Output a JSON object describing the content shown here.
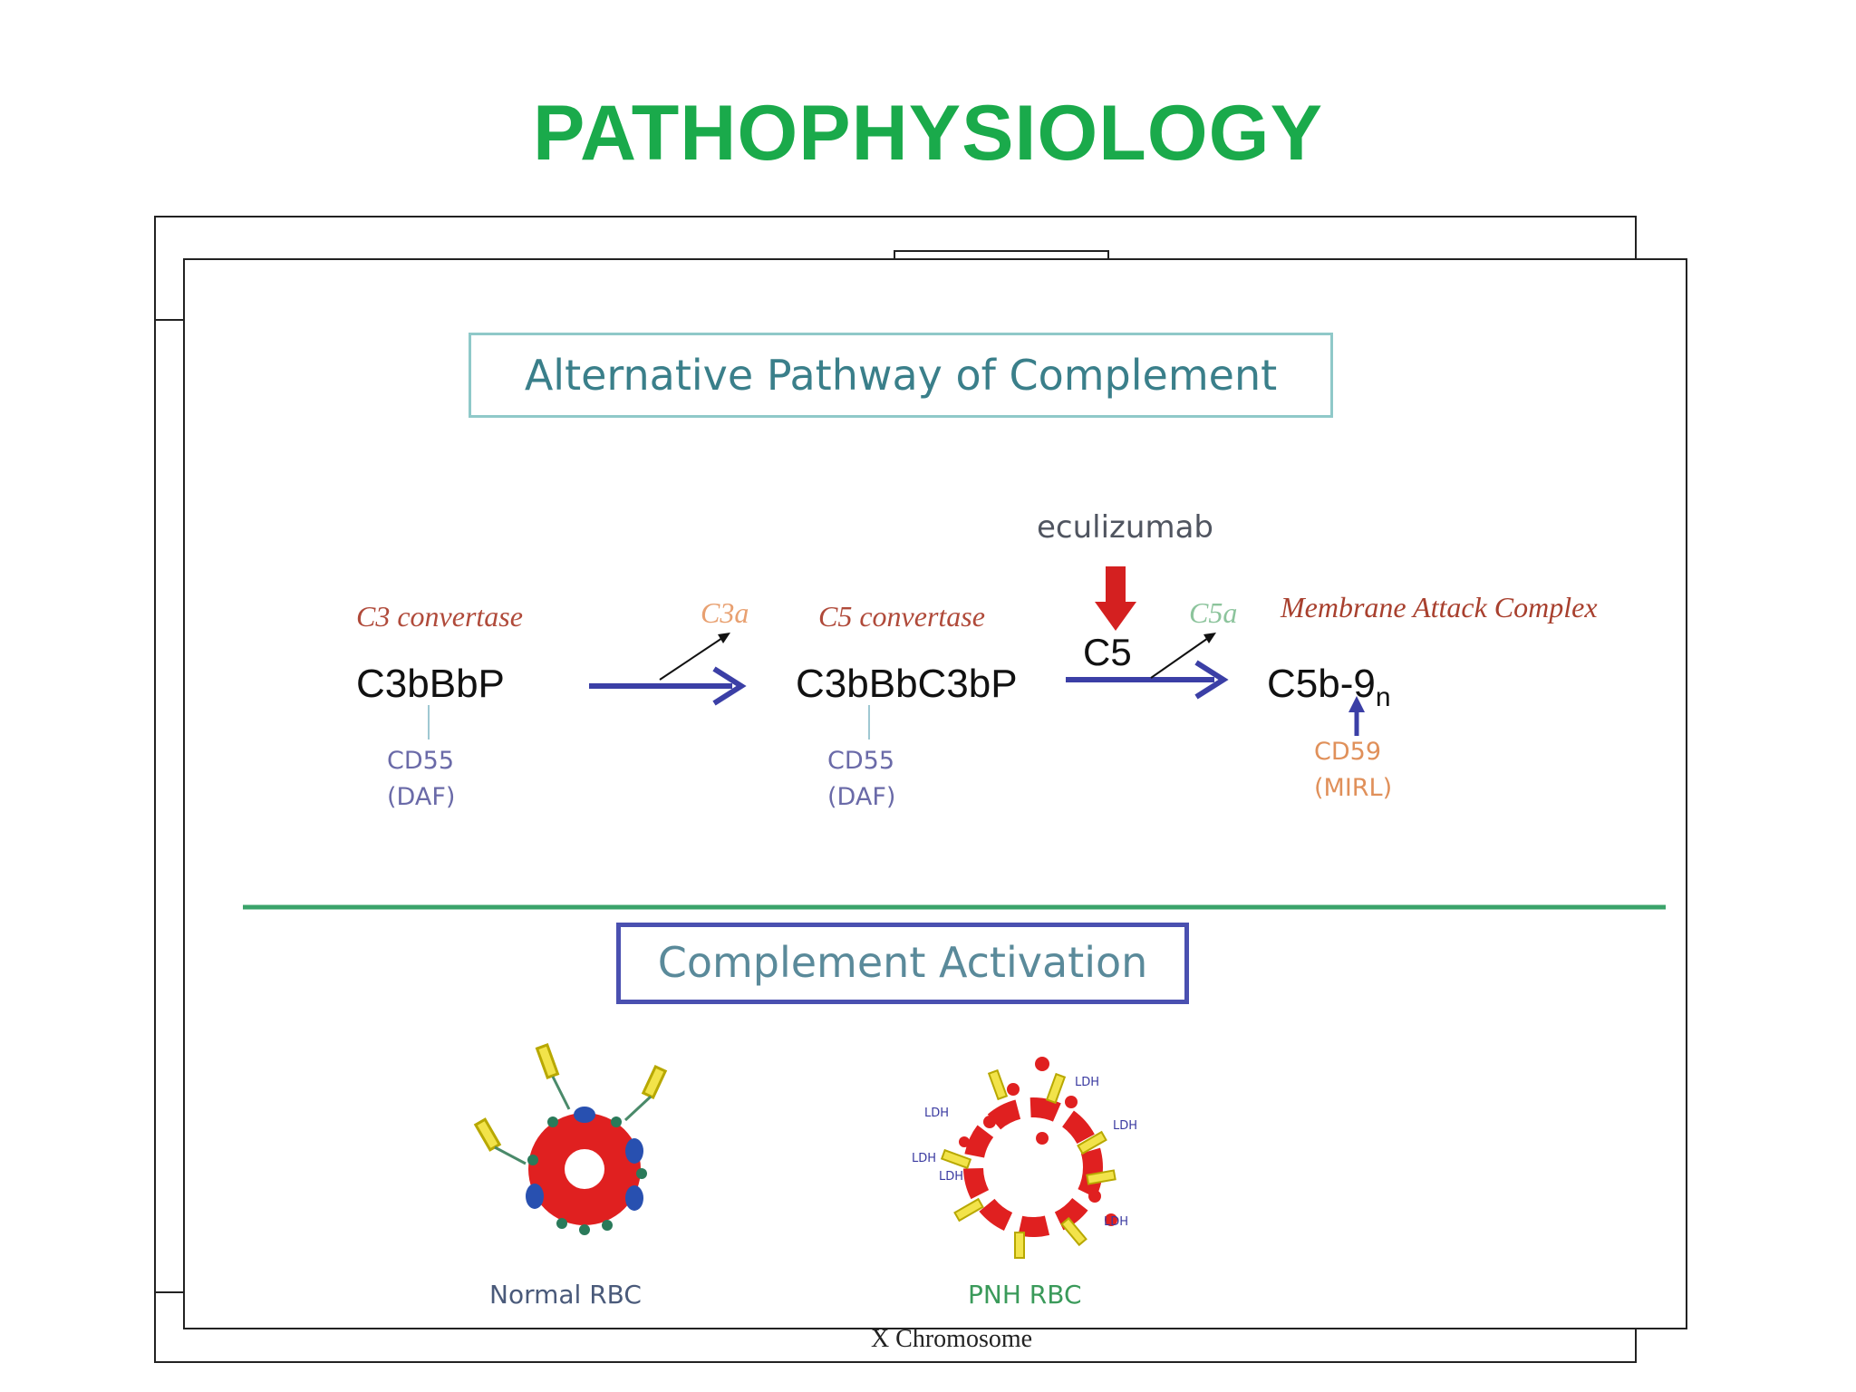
{
  "slide": {
    "title": "PATHOPHYSIOLOGY",
    "title_color": "#1aaa4b"
  },
  "background_figure": {
    "caption": "X Chromosome"
  },
  "pathway": {
    "title": "Alternative Pathway of Complement",
    "title_box_color": "#8fc9c9",
    "inhibitor": "eculizumab",
    "inhibitor_arrow_color": "#d42020",
    "arrow_color": "#3b3fa6",
    "c3_convertase": {
      "label": "C3 convertase",
      "complex": "C3bBbP",
      "regulator": "CD55",
      "regulator_alt": "(DAF)",
      "fragment": "C3a"
    },
    "c5_convertase": {
      "label": "C5 convertase",
      "complex": "C3bBbC3bP",
      "regulator": "CD55",
      "regulator_alt": "(DAF)",
      "substrate": "C5",
      "fragment": "C5a"
    },
    "mac": {
      "label": "Membrane Attack Complex",
      "complex": "C5b-9",
      "subscript": "n",
      "regulator": "CD59",
      "regulator_alt": "(MIRL)"
    }
  },
  "divider_color": "#3aa36a",
  "activation": {
    "title": "Complement Activation",
    "title_box_color": "#4a50b0",
    "normal": {
      "caption": "Normal RBC"
    },
    "pnh": {
      "caption": "PNH RBC",
      "ldh_label": "LDH"
    }
  }
}
